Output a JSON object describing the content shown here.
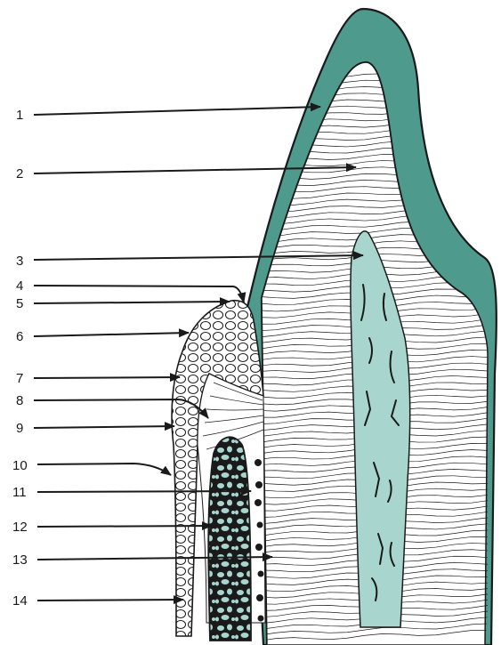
{
  "labels": [
    "1",
    "2",
    "3",
    "4",
    "5",
    "6",
    "7",
    "8",
    "9",
    "10",
    "11",
    "12",
    "13",
    "14"
  ],
  "colors": {
    "enamel": "#4e9a8c",
    "pulp": "#a8d6cf",
    "ink": "#1a1a1a",
    "paper": "#ffffff"
  }
}
